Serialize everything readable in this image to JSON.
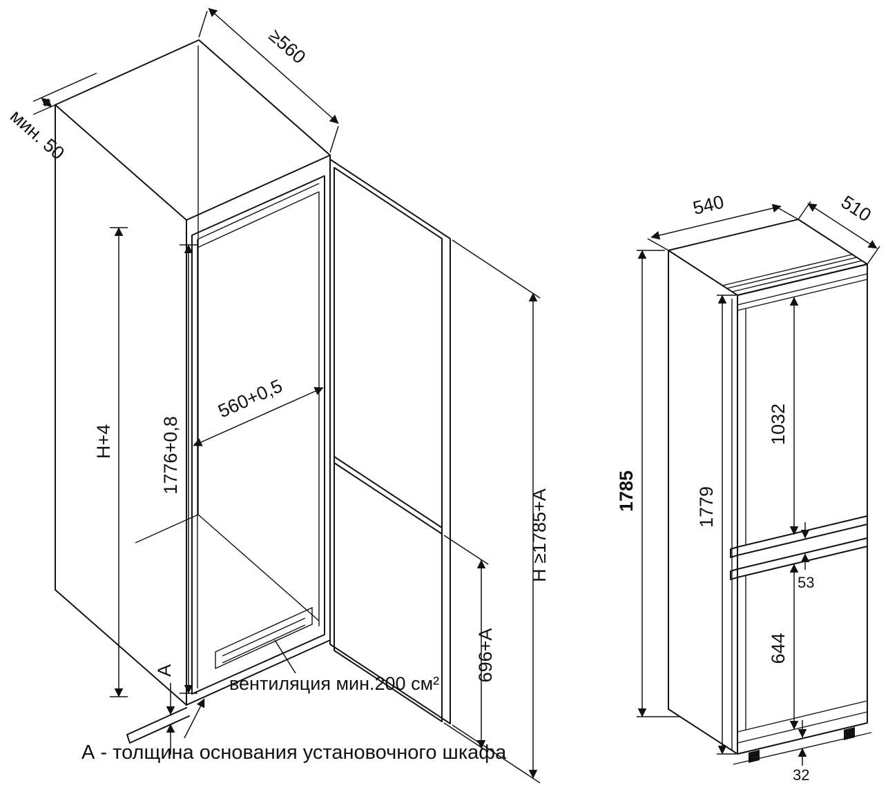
{
  "figure": {
    "caption": "А - толщина основания установочного шкафа",
    "niche": {
      "depth_min": "≥560",
      "back_gap": "мин. 50",
      "height_plus": "H+4",
      "opening_height": "1776+0,8",
      "opening_width": "560+0,5",
      "lower_door_height": "696+A",
      "panel_height": "H ≥1785+A",
      "base_label": "A",
      "ventilation": "вентиляция мин.200 см²"
    },
    "appliance": {
      "width": "540",
      "depth": "510",
      "height_total": "1785",
      "height_body": "1779",
      "upper_door": "1032",
      "door_gap": "53",
      "lower_door": "644",
      "feet_height": "32"
    },
    "colors": {
      "line": "#111111",
      "background": "#ffffff"
    }
  }
}
